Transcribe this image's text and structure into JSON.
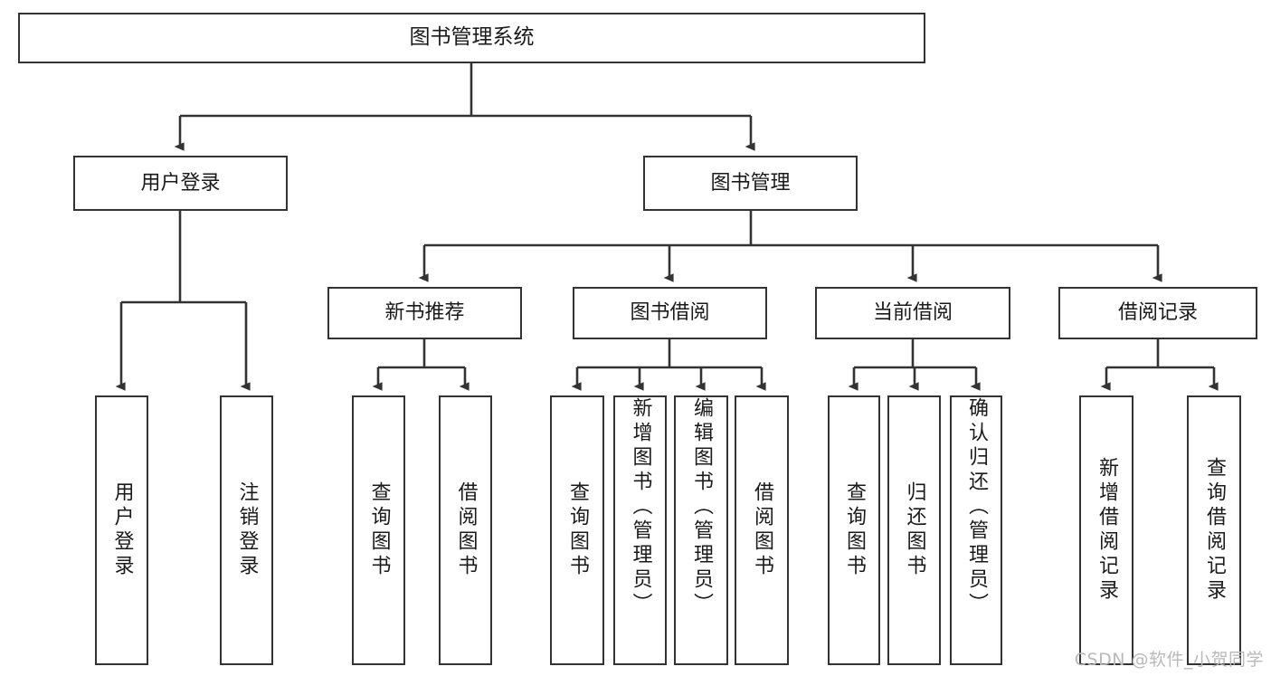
{
  "diagram": {
    "title": "图书管理系统",
    "type": "tree",
    "watermark": "CSDN @软件_小贺同学",
    "colors": {
      "node_border": "#333333",
      "node_fill": "#ffffff",
      "edge": "#333333",
      "text": "#1a1a1a",
      "watermark": "#b9b9b9",
      "background": "#ffffff"
    },
    "nodes": {
      "root": {
        "label": "图书管理系统"
      },
      "level2": [
        {
          "id": "user-login",
          "label": "用户登录"
        },
        {
          "id": "book-manage",
          "label": "图书管理"
        }
      ],
      "level3": [
        {
          "id": "new-book-recommend",
          "label": "新书推荐"
        },
        {
          "id": "book-borrow",
          "label": "图书借阅"
        },
        {
          "id": "current-borrow",
          "label": "当前借阅"
        },
        {
          "id": "borrow-record",
          "label": "借阅记录"
        }
      ],
      "leaves": {
        "user-login": [
          {
            "id": "leaf-user-login",
            "label": "用户登录"
          },
          {
            "id": "leaf-logout-login",
            "label": "注销登录"
          }
        ],
        "new-book-recommend": [
          {
            "id": "leaf-query-book-1",
            "label": "查询图书"
          },
          {
            "id": "leaf-borrow-book-1",
            "label": "借阅图书"
          }
        ],
        "book-borrow": [
          {
            "id": "leaf-query-book-2",
            "label": "查询图书"
          },
          {
            "id": "leaf-add-book",
            "label": "新增图书（管理员）"
          },
          {
            "id": "leaf-edit-book",
            "label": "编辑图书（管理员）"
          },
          {
            "id": "leaf-borrow-book-2",
            "label": "借阅图书"
          }
        ],
        "current-borrow": [
          {
            "id": "leaf-query-book-3",
            "label": "查询图书"
          },
          {
            "id": "leaf-return-book",
            "label": "归还图书"
          },
          {
            "id": "leaf-confirm-return",
            "label": "确认归还（管理员）"
          }
        ],
        "borrow-record": [
          {
            "id": "leaf-add-record",
            "label": "新增借阅记录"
          },
          {
            "id": "leaf-query-record",
            "label": "查询借阅记录"
          }
        ]
      }
    }
  }
}
